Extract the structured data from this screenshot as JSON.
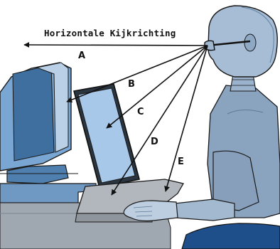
{
  "diagram": {
    "title": "Horizontale Kijkrichting",
    "lines": [
      {
        "label": "A"
      },
      {
        "label": "B"
      },
      {
        "label": "C"
      },
      {
        "label": "D"
      },
      {
        "label": "E"
      }
    ]
  }
}
